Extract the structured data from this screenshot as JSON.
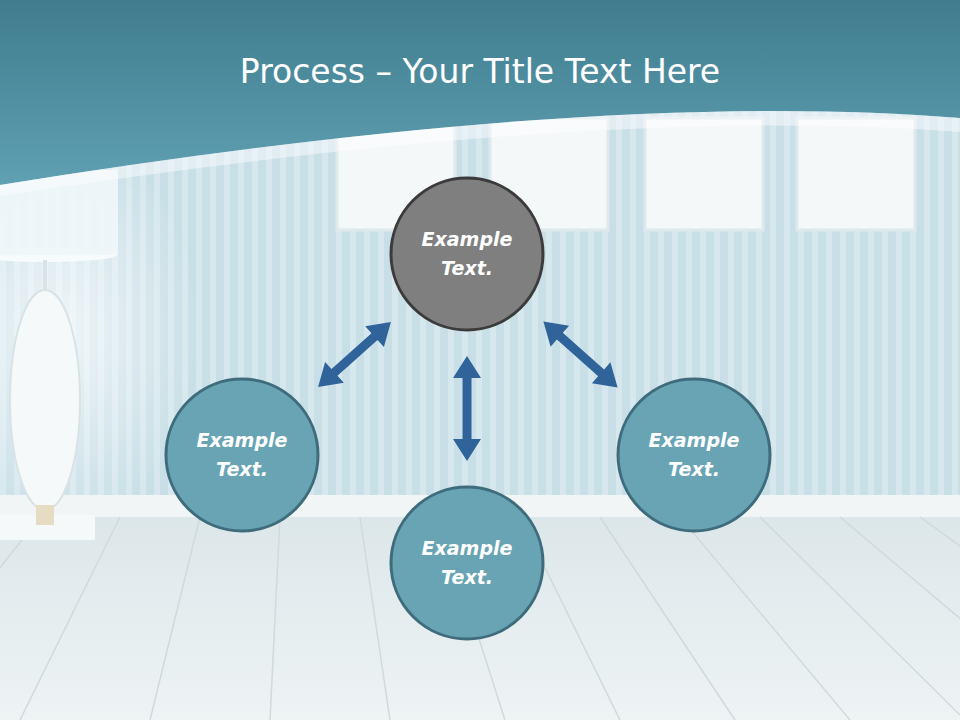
{
  "diagram": {
    "title": "Process – Your Title Text Here",
    "nodes": [
      {
        "text": [
          "Example Text."
        ]
      },
      {
        "text": [
          "Example Text."
        ]
      },
      {
        "text": [
          "Example Text."
        ]
      },
      {
        "text": [
          "Example Text."
        ]
      }
    ],
    "edges": [
      {
        "from": 0,
        "to": 1,
        "arrow": "both"
      },
      {
        "from": 0,
        "to": 2,
        "arrow": "both"
      },
      {
        "from": 0,
        "to": 3,
        "arrow": "both"
      }
    ]
  }
}
